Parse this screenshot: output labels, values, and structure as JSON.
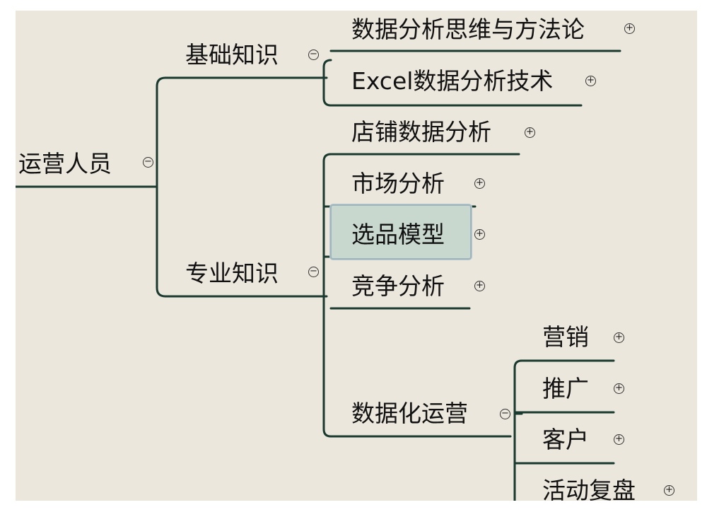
{
  "mindmap": {
    "root": {
      "label": "运营人员",
      "toggle": "−"
    },
    "branch1": {
      "label": "基础知识",
      "toggle": "−",
      "children": [
        {
          "label": "数据分析思维与方法论",
          "toggle": "+"
        },
        {
          "label": "Excel数据分析技术",
          "toggle": "+"
        }
      ]
    },
    "branch2": {
      "label": "专业知识",
      "toggle": "−",
      "children": [
        {
          "label": "店铺数据分析",
          "toggle": "+"
        },
        {
          "label": "市场分析",
          "toggle": "+"
        },
        {
          "label": "选品模型",
          "toggle": "+",
          "selected": true
        },
        {
          "label": "竞争分析",
          "toggle": "+"
        }
      ],
      "sub": {
        "label": "数据化运营",
        "toggle": "−",
        "children": [
          {
            "label": "营销",
            "toggle": "+"
          },
          {
            "label": "推广",
            "toggle": "+"
          },
          {
            "label": "客户",
            "toggle": "+"
          },
          {
            "label": "活动复盘",
            "toggle": "+"
          }
        ]
      }
    },
    "colors": {
      "background": "#ebe7dc",
      "line": "#1a3a30",
      "selection": "#c9d8cf"
    }
  }
}
